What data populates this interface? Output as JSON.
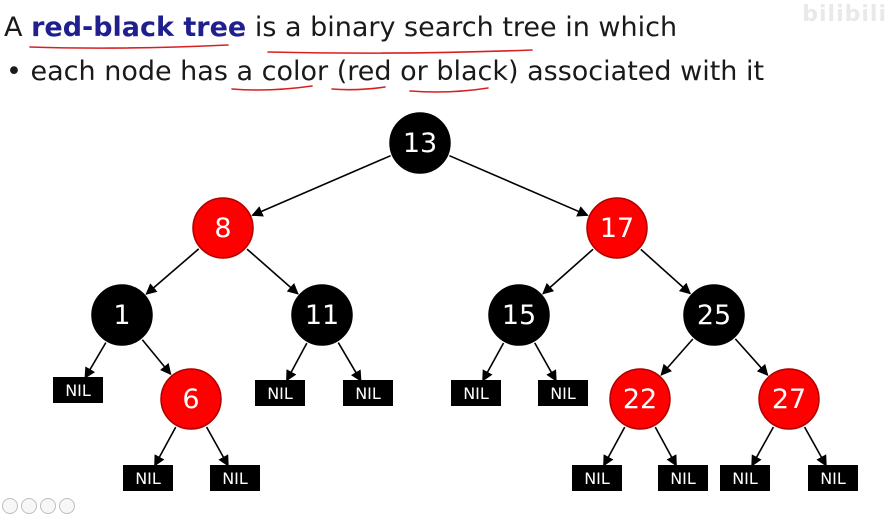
{
  "text": {
    "line1_pre": "A ",
    "line1_kw": "red-black tree",
    "line1_post": " is a binary search tree in which",
    "line2_bullet": "•",
    "line2_pre": " each node has a ",
    "line2_color": "color",
    "line2_mid": " (",
    "line2_red": "red",
    "line2_or": " or ",
    "line2_black": "black",
    "line2_post": ") associated with it"
  },
  "watermark": "bilibili",
  "colors": {
    "red": "#ff0000",
    "black": "#000000",
    "annotation": "#d92020",
    "keyword": "#1f1f8f"
  },
  "tree": {
    "nodes": [
      {
        "id": "n13",
        "label": "13",
        "color": "black"
      },
      {
        "id": "n8",
        "label": "8",
        "color": "red"
      },
      {
        "id": "n17",
        "label": "17",
        "color": "red"
      },
      {
        "id": "n1",
        "label": "1",
        "color": "black"
      },
      {
        "id": "n11",
        "label": "11",
        "color": "black"
      },
      {
        "id": "n15",
        "label": "15",
        "color": "black"
      },
      {
        "id": "n25",
        "label": "25",
        "color": "black"
      },
      {
        "id": "n6",
        "label": "6",
        "color": "red"
      },
      {
        "id": "n22",
        "label": "22",
        "color": "red"
      },
      {
        "id": "n27",
        "label": "27",
        "color": "red"
      }
    ],
    "nil_label": "NIL",
    "edges": [
      [
        "n13",
        "n8"
      ],
      [
        "n13",
        "n17"
      ],
      [
        "n8",
        "n1"
      ],
      [
        "n8",
        "n11"
      ],
      [
        "n17",
        "n15"
      ],
      [
        "n17",
        "n25"
      ],
      [
        "n1",
        "nil1a"
      ],
      [
        "n1",
        "n6"
      ],
      [
        "n6",
        "nil6a"
      ],
      [
        "n6",
        "nil6b"
      ],
      [
        "n11",
        "nil11a"
      ],
      [
        "n11",
        "nil11b"
      ],
      [
        "n15",
        "nil15a"
      ],
      [
        "n15",
        "nil15b"
      ],
      [
        "n25",
        "n22"
      ],
      [
        "n25",
        "n27"
      ],
      [
        "n22",
        "nil22a"
      ],
      [
        "n22",
        "nil22b"
      ],
      [
        "n27",
        "nil27a"
      ],
      [
        "n27",
        "nil27b"
      ]
    ]
  }
}
